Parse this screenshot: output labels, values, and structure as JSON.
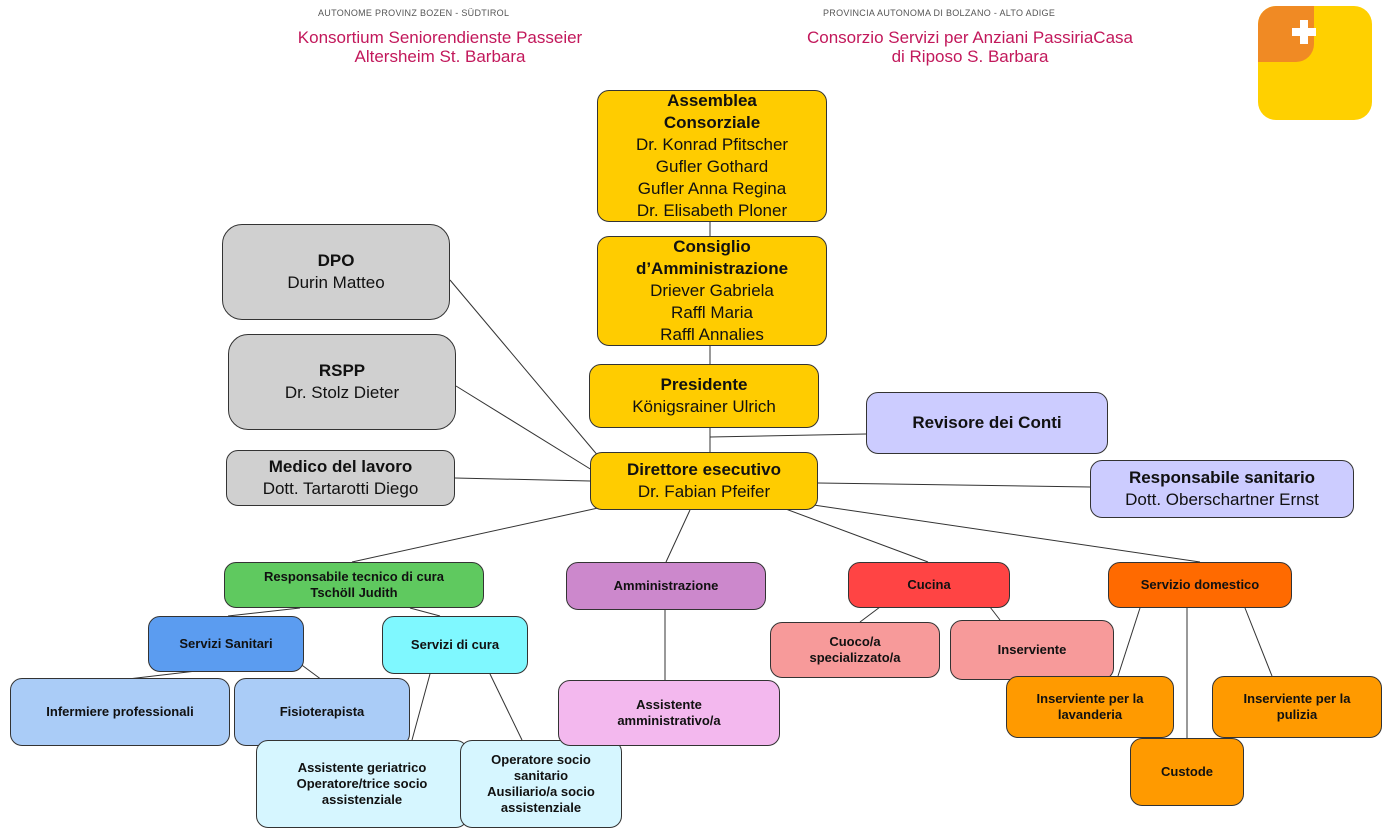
{
  "header": {
    "left_small": "AUTONOME PROVINZ BOZEN - SÜDTIROL",
    "left_line1": "Konsortium Seniorendienste Passeier",
    "left_line2": "Altersheim St. Barbara",
    "right_small": "PROVINCIA AUTONOMA DI BOLZANO - ALTO ADIGE",
    "right_line1": "Consorzio Servizi per Anziani PassiriaCasa",
    "right_line2": "di Riposo S. Barbara"
  },
  "colors": {
    "governance": "#ffcc00",
    "external": "#d0d0d0",
    "advisory": "#ccccff",
    "care": "#5fc95f",
    "administration": "#cc88cc",
    "kitchen": "#ff4444",
    "domestic": "#ff6a00",
    "logo": "#ffd000"
  },
  "logo_icon": "plus-cross-icon",
  "nodes": {
    "assemblea": {
      "title1": "Assemblea",
      "title2": "Consorziale",
      "m1": "Dr. Konrad Pfitscher",
      "m2": "Gufler Gothard",
      "m3": "Gufler Anna Regina",
      "m4": "Dr. Elisabeth Ploner"
    },
    "consiglio": {
      "title1": "Consiglio",
      "title2": "d’Amministrazione",
      "m1": "Driever Gabriela",
      "m2": "Raffl Maria",
      "m3": "Raffl Annalies"
    },
    "presidente": {
      "title": "Presidente",
      "name": "Königsrainer Ulrich"
    },
    "revisore": {
      "title": "Revisore dei Conti"
    },
    "direttore": {
      "title": "Direttore esecutivo",
      "name": "Dr. Fabian Pfeifer"
    },
    "dpo": {
      "title": "DPO",
      "name": "Durin Matteo"
    },
    "rspp": {
      "title": "RSPP",
      "name": "Dr. Stolz Dieter"
    },
    "medico": {
      "title": "Medico del lavoro",
      "name": "Dott. Tartarotti Diego"
    },
    "resp_sanitario": {
      "title": "Responsabile sanitario",
      "name": "Dott. Oberschartner Ernst"
    },
    "resp_tecnico": {
      "title": "Responsabile tecnico di cura",
      "name": "Tschöll Judith"
    },
    "amministrazione": {
      "title": "Amministrazione"
    },
    "cucina": {
      "title": "Cucina"
    },
    "servizio_domestico": {
      "title": "Servizio domestico"
    },
    "servizi_sanitari": {
      "title": "Servizi Sanitari"
    },
    "servizi_cura": {
      "title": "Servizi di cura"
    },
    "infermiere": {
      "title": "Infermiere professionali"
    },
    "fisioterapista": {
      "title": "Fisioterapista"
    },
    "assistente_geriatrico": {
      "l1": "Assistente geriatrico",
      "l2": "Operatore/trice socio",
      "l3": "assistenziale"
    },
    "operatore_socio": {
      "l1": "Operatore socio",
      "l2": "sanitario",
      "l3": "Ausiliario/a socio",
      "l4": "assistenziale"
    },
    "assistente_amm": {
      "l1": "Assistente",
      "l2": "amministrativo/a"
    },
    "cuoco": {
      "l1": "Cuoco/a",
      "l2": "specializzato/a"
    },
    "inserviente": {
      "title": "Inserviente"
    },
    "inserviente_lav": {
      "l1": "Inserviente per la",
      "l2": "lavanderia"
    },
    "custode": {
      "title": "Custode"
    },
    "inserviente_pul": {
      "l1": "Inserviente per la",
      "l2": "pulizia"
    }
  }
}
